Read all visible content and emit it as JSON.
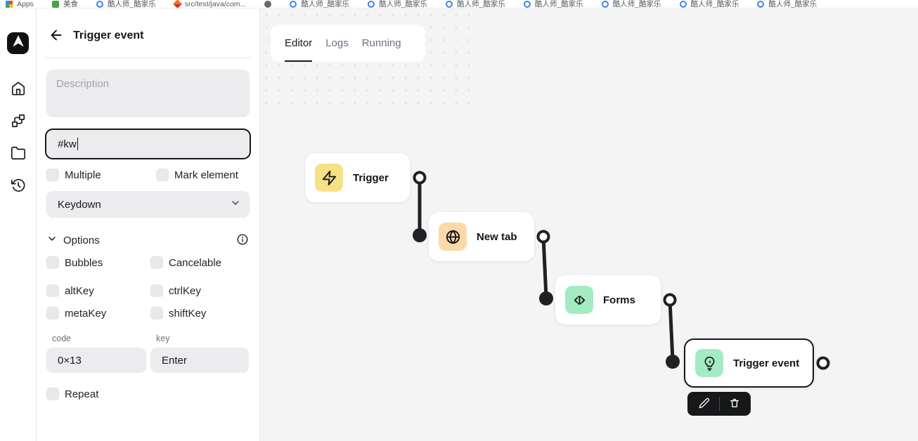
{
  "bookmarks_bar": {
    "items": [
      {
        "icon": "apps-grid",
        "label": "Apps"
      },
      {
        "icon": "green-site",
        "label": "美食"
      },
      {
        "icon": "blue-smiley",
        "label": "酷人师_酷家乐"
      },
      {
        "icon": "orange-code",
        "label": "src/test/java/com..."
      },
      {
        "icon": "grey-globe",
        "label": ""
      },
      {
        "icon": "blue-smiley",
        "label": "酷人师_酷家乐"
      },
      {
        "icon": "blue-smiley",
        "label": "酷人师_酷家乐"
      },
      {
        "icon": "blue-smiley",
        "label": "酷人师_酷家乐"
      },
      {
        "icon": "blue-smiley",
        "label": "酷人师_酷家乐"
      },
      {
        "icon": "blue-smiley",
        "label": "酷人师_酷家乐"
      },
      {
        "icon": "blue-smiley",
        "label": "酷人师_酷家乐"
      },
      {
        "icon": "blue-smiley",
        "label": "酷人师_酷家乐"
      }
    ]
  },
  "sidebar": {
    "items": [
      "dashboard",
      "workflows",
      "storage",
      "logs"
    ]
  },
  "panel": {
    "title": "Trigger event",
    "description_placeholder": "Description",
    "selector_value": "#kw",
    "multiple_label": "Multiple",
    "mark_element_label": "Mark element",
    "event_type_value": "Keydown",
    "options": {
      "header": "Options",
      "checkboxes": [
        "Bubbles",
        "Cancelable",
        "altKey",
        "ctrlKey",
        "metaKey",
        "shiftKey"
      ],
      "code_label": "code",
      "code_value": "0×13",
      "key_label": "key",
      "key_value": "Enter",
      "repeat_label": "Repeat"
    }
  },
  "tabs": {
    "items": [
      "Editor",
      "Logs",
      "Running"
    ],
    "active": "Editor"
  },
  "canvas": {
    "nodes": [
      {
        "label": "Trigger",
        "icon": "zap-icon",
        "icon_bg": "#f6e184",
        "selected": false
      },
      {
        "label": "New tab",
        "icon": "globe-icon",
        "icon_bg": "#fcd9a7",
        "selected": false
      },
      {
        "label": "Forms",
        "icon": "text-cursor-icon",
        "icon_bg": "#a3ebc3",
        "selected": false
      },
      {
        "label": "Trigger event",
        "icon": "bulb-zap-icon",
        "icon_bg": "#a3ebc3",
        "selected": true
      }
    ],
    "edge_color": "#202124",
    "canvas_bg": "#f4f4f5"
  }
}
